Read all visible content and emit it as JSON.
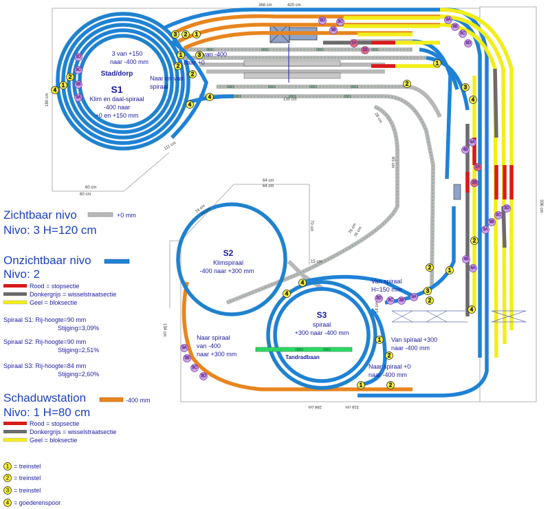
{
  "colors": {
    "visible": "#b8b8b8",
    "hidden_blue": "#1f82d6",
    "shadow_orange": "#e8851e",
    "red": "#d81a1a",
    "darkgrey": "#6b6b6b",
    "yellow": "#f2ee1a",
    "green_rack": "#2ee06a",
    "badge_yellow": "#f5ef3a",
    "badge_purple": "#c9a5e6",
    "badge_red": "#e86b6b"
  },
  "dimensions": {
    "top_a": "368 cm",
    "top_b": "420 cm",
    "right": "336 cm",
    "left_a": "180 cm",
    "left_b": "111 cm",
    "bottom_a": "60 cm",
    "bottom_b": "60 cm",
    "mid_130": "130 cm",
    "mid_64a": "64 cm",
    "mid_64b": "64 cm",
    "mid_74a": "74 cm",
    "mid_74b": "74 cm",
    "mid_70": "70 cm",
    "mid_76a": "76 cm",
    "mid_76b": "76 cm",
    "mid_15": "15 cm",
    "mid_65": "65 cm",
    "mid_14": "14 cm",
    "mid_134": "134 cm",
    "bot_284": "284 cm",
    "bot_316": "316 cm",
    "mid_28": "28 cm"
  },
  "labels": {
    "s1_title": "S1",
    "s1_desc1": "Klim en daal-spiraal",
    "s1_desc2": "-400 naar",
    "s1_desc3": "+0 en +150 mm",
    "stad": "Stad/dorp",
    "s1_top1": "3 van +150",
    "s1_top2": "naar -400 mm",
    "van400": "van -400",
    "naar0": "naar +0",
    "naarvan": "Naar en van",
    "spiraal": "spiraal",
    "s2_title": "S2",
    "s2_desc1": "Klimspiraal",
    "s2_desc2": "-400  naar +300 mm",
    "s2_naar1": "Naar spiraal",
    "s2_naar2": "van -400",
    "s2_naar3": "naar +300 mm",
    "s3_title": "S3",
    "s3_desc1": "spiraal",
    "s3_desc2": "+300 naar -400 mm",
    "s3_van1": "Van spiraal",
    "s3_van2": "H=150 mm",
    "vanspiraal300_1": "Van spiraal +300",
    "vanspiraal300_2": "naar  -400 mm",
    "naarspiraal0_1": "Naar spiraal +0",
    "naarspiraal0_2": "naar -400 mm",
    "tandradbaan": "Tandradbaan",
    "tile": "0001"
  },
  "legend": {
    "zicht_title": "Zichtbaar nivo",
    "zicht_swatch_label": "+0 mm",
    "nivo3": "Nivo: 3   H=120 cm",
    "onzicht_title": "Onzichtbaar nivo",
    "nivo2": "Nivo: 2",
    "rood2": "Rood = stopsectie",
    "grijs2": "Donkergrijs = wisselstraatsectie",
    "geel2": "Geel = bloksectie",
    "sp1_a": "Spiraal S1: Rij-hoogte=90 mm",
    "sp1_b": "Stijging=3,09%",
    "sp2_a": "Spiraal S2: Rij-hoogte=90 mm",
    "sp2_b": "Stijging=2,51%",
    "sp3_a": "Spiraal S3: Rij-hoogte=84 mm",
    "sp3_b": "Stijging=2,60%",
    "schaduw_title": "Schaduwstation",
    "schaduw_swatch_label": "-400 mm",
    "nivo1": "Nivo: 1   H=80 cm",
    "rood1": "Rood = stopsectie",
    "grijs1": "Donkergrijs = wisselstraatsectie",
    "geel1": "Geel = bloksectie",
    "k1": "= treinstel",
    "k2": "= treinstel",
    "k3": "= treinstel",
    "k4": "= goederenspoor"
  },
  "badges": {
    "n1": "1",
    "n2": "2",
    "n3": "3",
    "n4": "4",
    "a2": "2A",
    "b2": "2B",
    "a3": "3A",
    "b3": "3B",
    "c3": "3C",
    "d3": "3D",
    "a4": "4A",
    "b4": "4B"
  }
}
